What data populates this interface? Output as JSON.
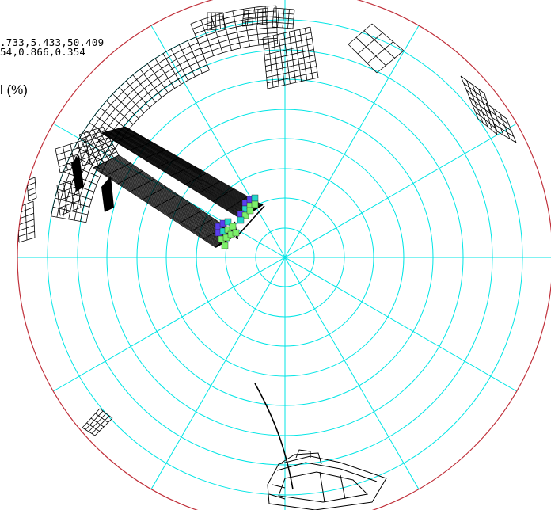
{
  "overlay": {
    "coord_line_1": ".733,5.433,50.409",
    "coord_line_2": "54,0.866,0.354",
    "metric_label": "l (%)"
  },
  "colors": {
    "grid": "#00e5e5",
    "horizon": "#c0303a",
    "mesh": "#000000",
    "background": "#ffffff",
    "heat_low": "#7cf06a",
    "heat_mid": "#26d4c8",
    "heat_high": "#5a3ff0"
  }
}
